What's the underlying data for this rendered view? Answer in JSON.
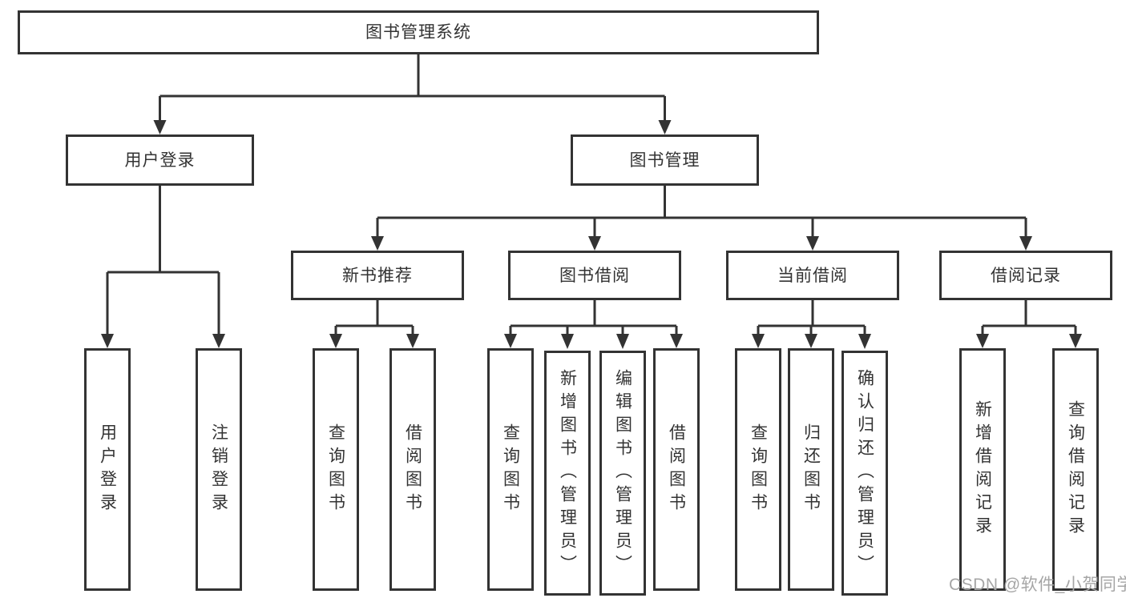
{
  "colors": {
    "stroke": "#333333",
    "text": "#333333",
    "watermark": "#a6a6a6",
    "background": "#ffffff"
  },
  "diagram_type": "hierarchy",
  "tree": {
    "root": {
      "label": "图书管理系统"
    },
    "branches": [
      {
        "label": "用户登录",
        "children": [
          {
            "label": "用户登录"
          },
          {
            "label": "注销登录"
          }
        ]
      },
      {
        "label": "图书管理",
        "children": [
          {
            "label": "新书推荐",
            "children": [
              {
                "label": "查询图书"
              },
              {
                "label": "借阅图书"
              }
            ]
          },
          {
            "label": "图书借阅",
            "children": [
              {
                "label": "查询图书"
              },
              {
                "label": "新增图书（管理员）"
              },
              {
                "label": "编辑图书（管理员）"
              },
              {
                "label": "借阅图书"
              }
            ]
          },
          {
            "label": "当前借阅",
            "children": [
              {
                "label": "查询图书"
              },
              {
                "label": "归还图书"
              },
              {
                "label": "确认归还（管理员）"
              }
            ]
          },
          {
            "label": "借阅记录",
            "children": [
              {
                "label": "新增借阅记录"
              },
              {
                "label": "查询借阅记录"
              }
            ]
          }
        ]
      }
    ]
  },
  "watermark": {
    "text": "CSDN @软件_小贺同学"
  }
}
